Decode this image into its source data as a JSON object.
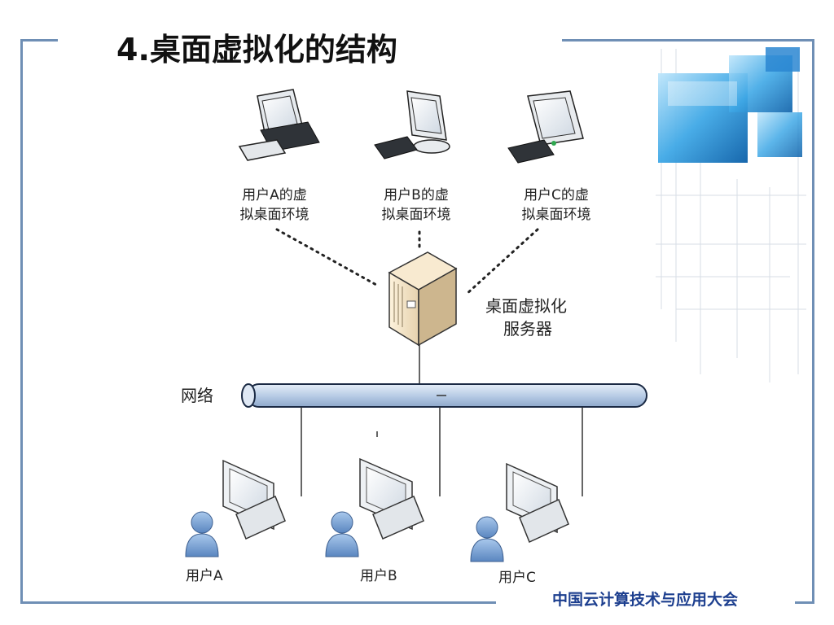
{
  "slide": {
    "title": "4.桌面虚拟化的结构",
    "footer": "中国云计算技术与应用大会"
  },
  "diagram": {
    "virtual_envs": [
      {
        "line1": "用户A的虚",
        "line2": "拟桌面环境"
      },
      {
        "line1": "用户B的虚",
        "line2": "拟桌面环境"
      },
      {
        "line1": "用户C的虚",
        "line2": "拟桌面环境"
      }
    ],
    "server": {
      "line1": "桌面虚拟化",
      "line2": "服务器"
    },
    "network": {
      "label": "网络"
    },
    "users": [
      {
        "label": "用户A"
      },
      {
        "label": "用户B"
      },
      {
        "label": "用户C"
      }
    ]
  },
  "colors": {
    "frame": "#6f8fb5",
    "network_pipe": "#c5d5ea",
    "user_icon": "#7ea6d6",
    "footer_text": "#1d3f8f"
  },
  "icons": [
    "desktop-computer-icon",
    "server-icon",
    "network-pipe-icon",
    "monitor-icon",
    "user-icon",
    "decorative-cubes-icon"
  ]
}
